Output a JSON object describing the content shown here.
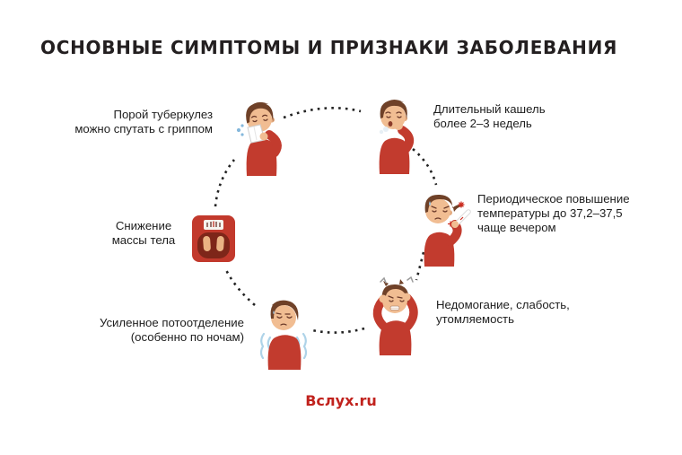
{
  "title": "ОСНОВНЫЕ СИМПТОМЫ И ПРИЗНАКИ ЗАБОЛЕВАНИЯ",
  "logo": {
    "text": "Вслух.ru"
  },
  "colors": {
    "title_text": "#231f20",
    "label_text": "#1d1d1d",
    "shirt_red": "#c23b2e",
    "scale_red": "#c2392c",
    "logo_red": "#c1221d",
    "dotted_line": "#222222",
    "hair_brown": "#6f4128",
    "skin": "#f1bd92",
    "sweat_blue": "#aed3e8"
  },
  "diagram": {
    "layout": "circular",
    "connector_style": "dotted-arcs"
  },
  "symptoms": [
    {
      "name": "flu-confusion",
      "icon": "man-sneezing-into-tissue-icon",
      "lines": [
        "Порой туберкулез",
        "можно спутать с гриппом"
      ]
    },
    {
      "name": "long-cough",
      "icon": "man-coughing-icon",
      "lines": [
        "Длительный кашель",
        "более 2–3 недель"
      ]
    },
    {
      "name": "periodic-fever",
      "icon": "man-with-thermometer-icon",
      "lines": [
        "Периодическое повышение",
        "температуры до 37,2–37,5",
        "чаще вечером"
      ]
    },
    {
      "name": "malaise",
      "icon": "man-holding-head-icon",
      "lines": [
        "Недомогание, слабость,",
        "утомляемость"
      ]
    },
    {
      "name": "night-sweats",
      "icon": "man-sweating-icon",
      "lines": [
        "Усиленное потоотделение",
        "(особенно по ночам)"
      ]
    },
    {
      "name": "weight-loss",
      "icon": "weight-scale-icon",
      "lines": [
        "Снижение",
        "массы тела"
      ]
    }
  ]
}
